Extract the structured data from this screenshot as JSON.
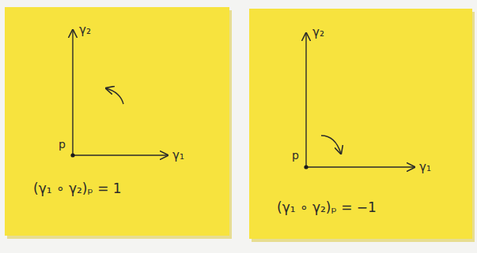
{
  "diagram": {
    "labels": [
      "γ₂",
      "p",
      "γ₁",
      "(γ₁ ∘ γ₂)ₚ = 1",
      "γ₂",
      "p",
      "γ₁",
      "(γ₁ ∘ γ₂)ₚ = −1"
    ]
  }
}
